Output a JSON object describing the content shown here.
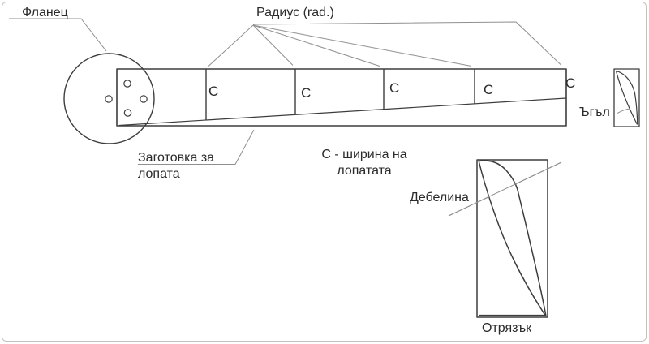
{
  "labels": {
    "flange": "Фланец",
    "radius": "Радиус (rad.)",
    "blank_line1": "Заготовка за",
    "blank_line2": "лопата",
    "width_note_line1": "С - ширина на",
    "width_note_line2": "лопатата",
    "chord_mark": "С",
    "angle": "Ъгъл",
    "thickness": "Дебелина",
    "cut": "Отрязък"
  },
  "colors": {
    "background": "#ffffff",
    "frame": "#c3c3c3",
    "line": "#3d3d3d",
    "leader": "#8f8f8f",
    "arrow": "#2f2f2f",
    "text": "#2b2b2b"
  }
}
